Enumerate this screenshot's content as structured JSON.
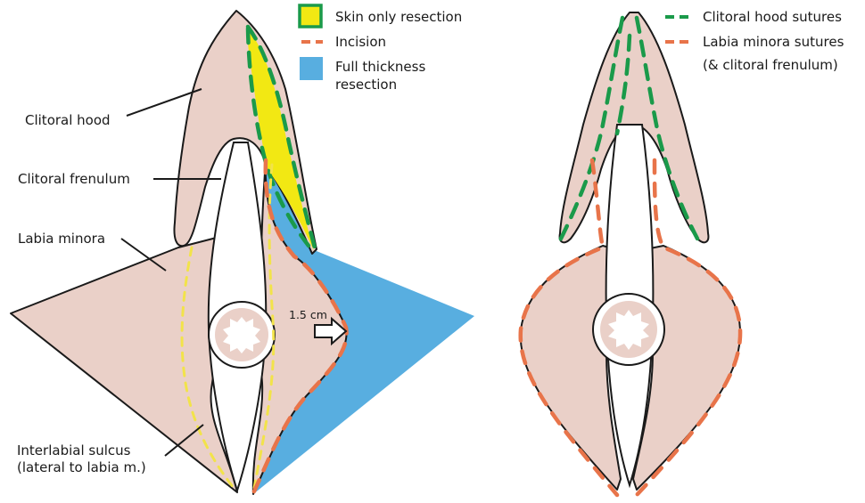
{
  "colors": {
    "tissue": "#ead0c8",
    "skin_only_fill": "#f2e813",
    "full_thickness_fill": "#58aee0",
    "hood_suture_green": "#1a9a4a",
    "labia_suture_orange": "#e8744a",
    "sulcus_yellow": "#f2e34a"
  },
  "left_diagram": {
    "labels": {
      "clitoral_hood": "Clitoral hood",
      "clitoral_frenulum": "Clitoral frenulum",
      "labia_minora": "Labia minora",
      "sulcus_line1": "Interlabial sulcus",
      "sulcus_line2": "(lateral to labia m.)",
      "measurement": "1.5 cm"
    },
    "legend": {
      "skin_only": "Skin only resection",
      "incision": "Incision",
      "full_line1": "Full thickness",
      "full_line2": "resection"
    }
  },
  "right_diagram": {
    "legend": {
      "hood_sutures": "Clitoral hood sutures",
      "labia_line1": "Labia minora sutures",
      "labia_line2": "(& clitoral frenulum)"
    }
  }
}
